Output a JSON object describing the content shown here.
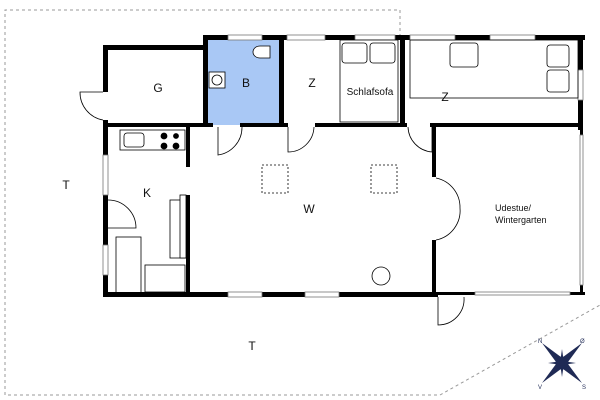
{
  "rooms": {
    "garage": "G",
    "bath": "B",
    "bedroom1": "Z",
    "sofa": "Schlafsofa",
    "bedroom2": "Z",
    "kitchen": "K",
    "living": "W",
    "conservatory_line1": "Udestue/",
    "conservatory_line2": "Wintergarten",
    "terrace_left": "T",
    "terrace_bottom": "T"
  },
  "compass": {
    "n": "N",
    "e": "Ø",
    "s": "S",
    "w": "V"
  },
  "colors": {
    "bath_fill": "#a9c8f5",
    "wall": "#000000",
    "compass": "#1f2a55"
  }
}
